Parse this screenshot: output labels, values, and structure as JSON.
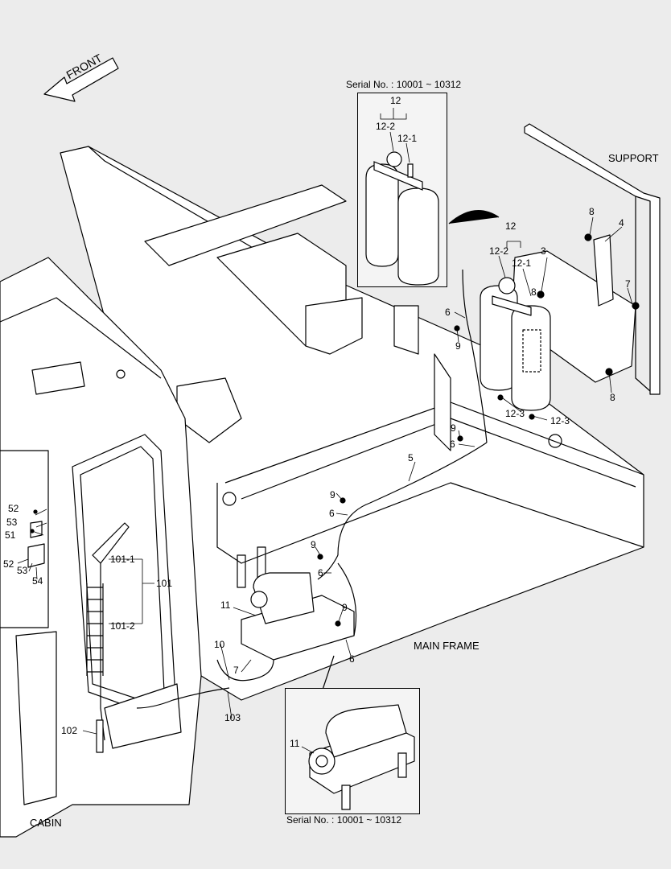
{
  "front_arrow": {
    "label": "FRONT"
  },
  "insets": {
    "top": {
      "serial": "Serial No. : 10001 ~ 10312",
      "p12": "12",
      "p12_2": "12-2",
      "p12_1": "12-1"
    },
    "bottom": {
      "serial": "Serial No. : 10001 ~ 10312",
      "p11": "11"
    }
  },
  "areas": {
    "support": "SUPPORT",
    "main_frame": "MAIN FRAME",
    "cabin": "CABIN"
  },
  "callouts": {
    "c12": "12",
    "c12_2": "12-2",
    "c12_1": "12-1",
    "c3": "3",
    "c4": "4",
    "c8a": "8",
    "c8b": "8",
    "c7a": "7",
    "c7b": "7",
    "c6a": "6",
    "c6b": "6",
    "c6c": "6",
    "c6d": "6",
    "c6e": "6",
    "c9a": "9",
    "c9b": "9",
    "c9c": "9",
    "c9d": "9",
    "c9e": "9",
    "c12_3a": "12-3",
    "c12_3b": "12-3",
    "c5": "5",
    "c11": "11",
    "c10": "10",
    "c103": "103",
    "c102": "102",
    "c101": "101",
    "c101_1": "101-1",
    "c101_2": "101-2",
    "c51": "51",
    "c52a": "52",
    "c52b": "52",
    "c53a": "53",
    "c53b": "53",
    "c54": "54"
  }
}
